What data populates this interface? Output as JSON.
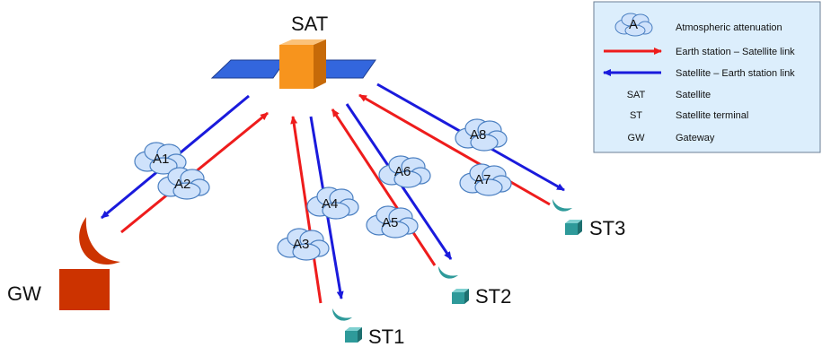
{
  "nodes": {
    "sat": "SAT",
    "gw": "GW",
    "st1": "ST1",
    "st2": "ST2",
    "st3": "ST3"
  },
  "clouds": {
    "a1": "A1",
    "a2": "A2",
    "a3": "A3",
    "a4": "A4",
    "a5": "A5",
    "a6": "A6",
    "a7": "A7",
    "a8": "A8"
  },
  "legend": {
    "cloud_sample": "A",
    "atmospheric": "Atmospheric attenuation",
    "uplink": "Earth station – Satellite link",
    "downlink": "Satellite – Earth station link",
    "sat_abbr": "SAT",
    "sat_desc": "Satellite",
    "st_abbr": "ST",
    "st_desc": "Satellite terminal",
    "gw_abbr": "GW",
    "gw_desc": "Gateway"
  },
  "colors": {
    "uplink": "#ee1c1c",
    "downlink": "#1a1adc",
    "satellite_body": "#f7941d",
    "solar_panel": "#3366dd",
    "gateway": "#cc3300",
    "terminal": "#2e9a9a",
    "cloud": "#cfe2fb",
    "legend_bg": "#dceefc"
  }
}
